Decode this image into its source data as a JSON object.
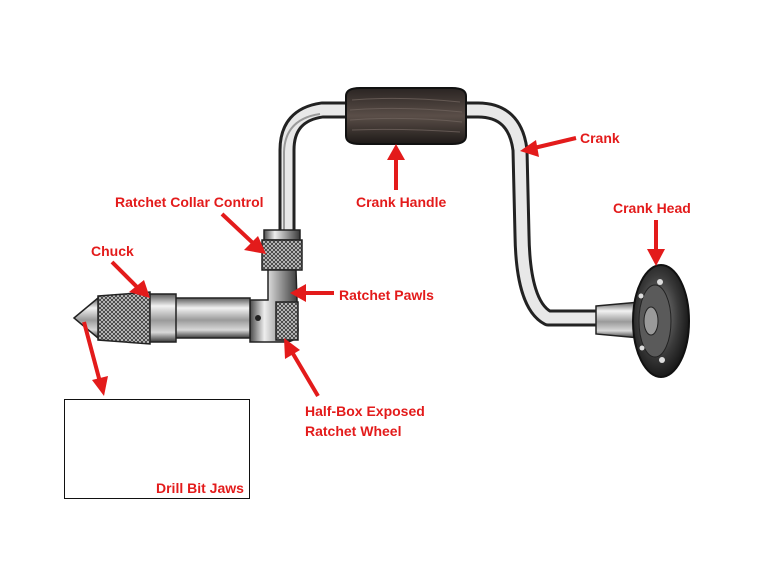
{
  "labels": {
    "chuck": "Chuck",
    "ratchet_collar_control": "Ratchet Collar Control",
    "crank_handle": "Crank Handle",
    "crank": "Crank",
    "crank_head": "Crank Head",
    "ratchet_pawls": "Ratchet Pawls",
    "half_box_line1": "Half-Box Exposed",
    "half_box_line2": "Ratchet Wheel",
    "drill_bit_jaws": "Drill Bit Jaws"
  },
  "colors": {
    "label": "#e31b1b",
    "arrow": "#e31b1b",
    "ink": "#1a1a1a",
    "grip": "#3a3230"
  }
}
